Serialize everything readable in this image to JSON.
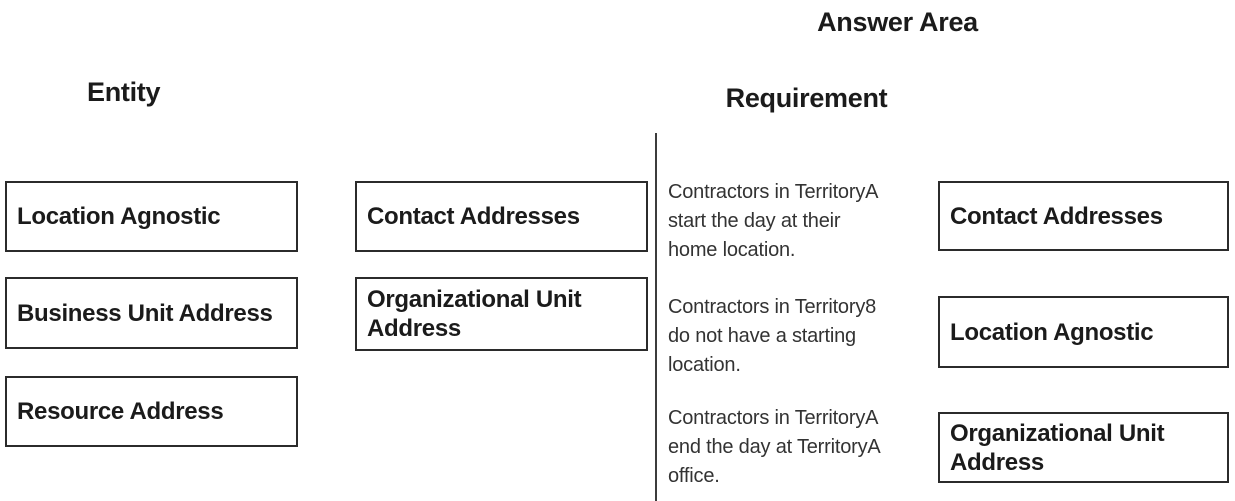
{
  "answer_area": {
    "title": "Answer Area",
    "requirement_heading": "Requirement",
    "rows": [
      {
        "requirement": "Contractors in TerritoryA\nstart the day at their\nhome location.",
        "answer": "Contact Addresses"
      },
      {
        "requirement": "Contractors in Territory8\ndo not have a starting\nlocation.",
        "answer": "Location Agnostic"
      },
      {
        "requirement": "Contractors in TerritoryA\nend the day at TerritoryA\noffice.",
        "answer": "Organizational Unit Address"
      }
    ]
  },
  "entity_panel": {
    "heading": "Entity",
    "column1": [
      "Location Agnostic",
      "Business Unit Address",
      "Resource Address"
    ],
    "column2": [
      "Contact Addresses",
      "Organizational Unit Address"
    ]
  },
  "colors": {
    "background": "#ffffff",
    "text": "#1b1b1b",
    "box_border": "#2b2b2b"
  }
}
